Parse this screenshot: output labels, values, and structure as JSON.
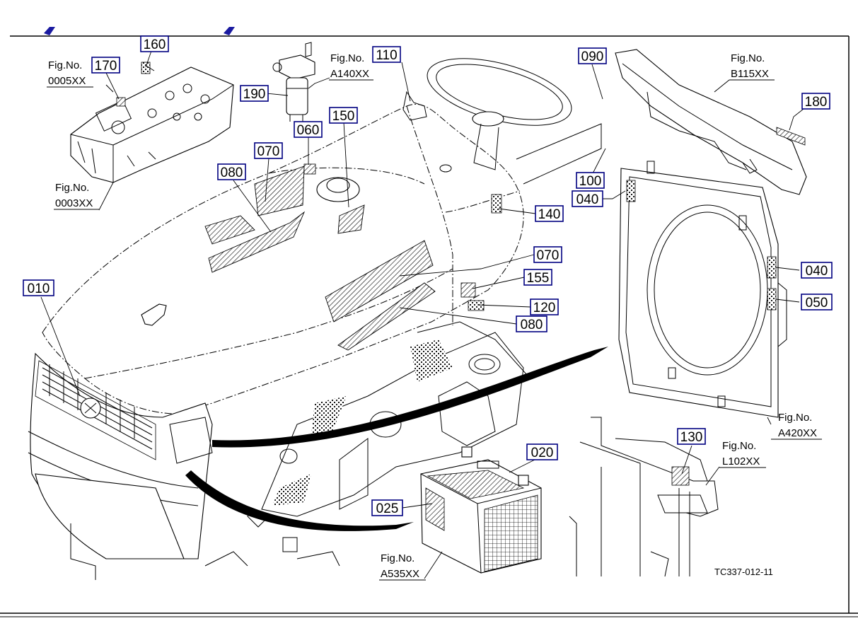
{
  "figure_code": "TC337-012-11",
  "colors": {
    "callout_border": "#000080",
    "title_fragment": "#1a1aa0",
    "frame": "#000000"
  },
  "callouts": [
    {
      "id": "c-160",
      "label": "160"
    },
    {
      "id": "c-170",
      "label": "170"
    },
    {
      "id": "c-190",
      "label": "190"
    },
    {
      "id": "c-110",
      "label": "110"
    },
    {
      "id": "c-090",
      "label": "090"
    },
    {
      "id": "c-180",
      "label": "180"
    },
    {
      "id": "c-060",
      "label": "060"
    },
    {
      "id": "c-150",
      "label": "150"
    },
    {
      "id": "c-070a",
      "label": "070"
    },
    {
      "id": "c-080a",
      "label": "080"
    },
    {
      "id": "c-100",
      "label": "100"
    },
    {
      "id": "c-040a",
      "label": "040"
    },
    {
      "id": "c-140",
      "label": "140"
    },
    {
      "id": "c-070b",
      "label": "070"
    },
    {
      "id": "c-155",
      "label": "155"
    },
    {
      "id": "c-120",
      "label": "120"
    },
    {
      "id": "c-080b",
      "label": "080"
    },
    {
      "id": "c-010",
      "label": "010"
    },
    {
      "id": "c-040b",
      "label": "040"
    },
    {
      "id": "c-050",
      "label": "050"
    },
    {
      "id": "c-130",
      "label": "130"
    },
    {
      "id": "c-020",
      "label": "020"
    },
    {
      "id": "c-025",
      "label": "025"
    }
  ],
  "fig_refs": [
    {
      "id": "f-0005",
      "label": "Fig.No.",
      "code": "0005XX"
    },
    {
      "id": "f-0003",
      "label": "Fig.No.",
      "code": "0003XX"
    },
    {
      "id": "f-a140",
      "label": "Fig.No.",
      "code": "A140XX"
    },
    {
      "id": "f-b115",
      "label": "Fig.No.",
      "code": "B115XX"
    },
    {
      "id": "f-a420",
      "label": "Fig.No.",
      "code": "A420XX"
    },
    {
      "id": "f-l102",
      "label": "Fig.No.",
      "code": "L102XX"
    },
    {
      "id": "f-a535",
      "label": "Fig.No.",
      "code": "A535XX"
    }
  ]
}
